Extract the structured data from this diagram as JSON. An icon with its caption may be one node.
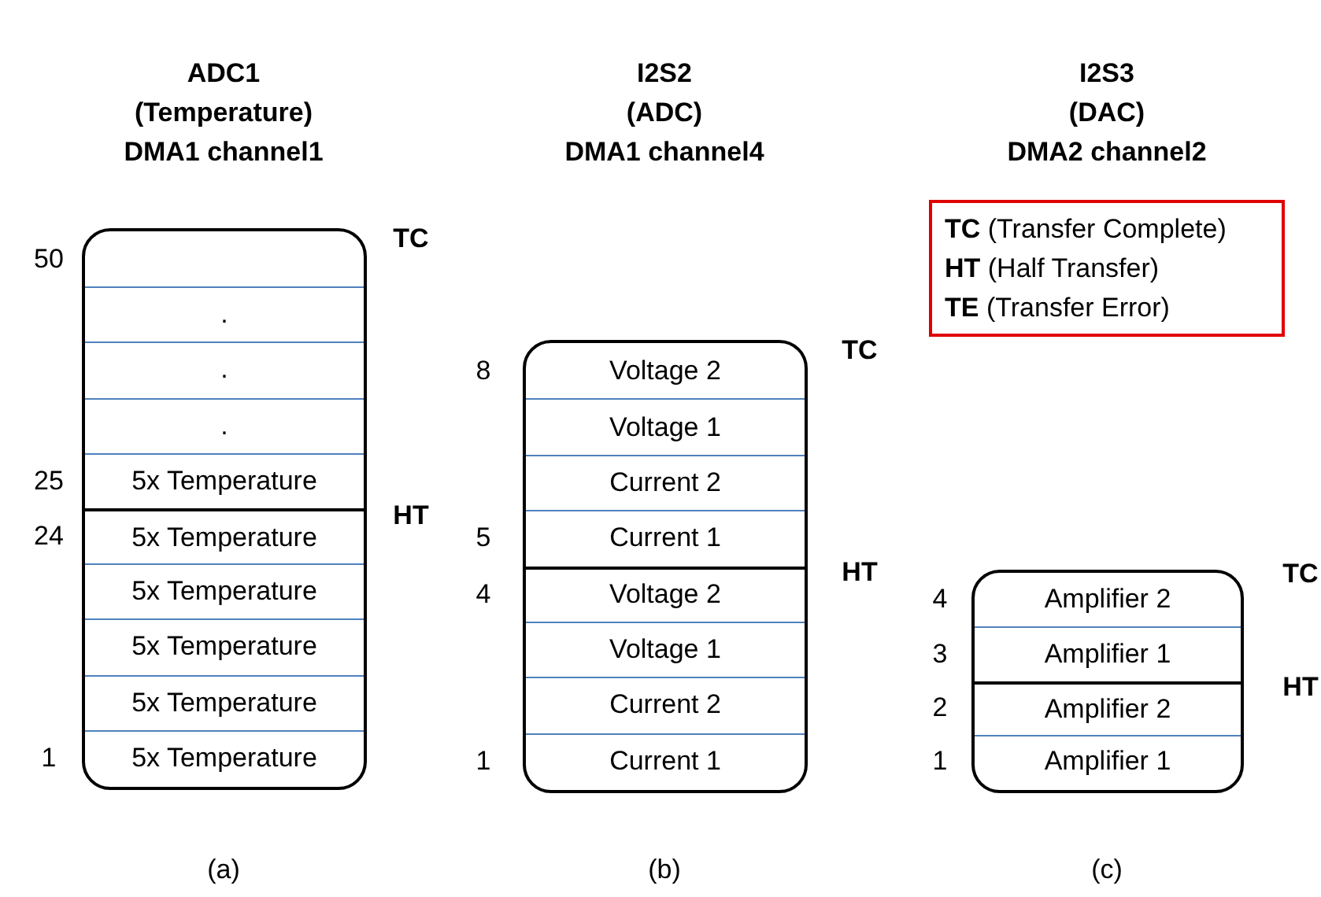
{
  "diagram": {
    "nodes": [
      {
        "text": [],
        "shape": "box"
      },
      {
        "text": [
          "."
        ],
        "in": 0
      },
      {
        "text": [
          "."
        ],
        "in": 0
      },
      {
        "text": [
          "."
        ],
        "in": 0
      },
      {
        "text": [
          "5x Temperature"
        ],
        "in": 0
      },
      {
        "text": [
          "5x Temperature"
        ],
        "in": 0
      },
      {
        "text": [
          "5x Temperature"
        ],
        "in": 0
      },
      {
        "text": [
          "5x Temperature"
        ],
        "in": 0
      },
      {
        "text": [
          "5x Temperature"
        ],
        "in": 0
      },
      {
        "text": [
          "5x Temperature"
        ],
        "in": 0
      },
      {
        "text": [],
        "shape": "box"
      },
      {
        "text": [
          "Voltage 2"
        ],
        "in": 10
      },
      {
        "text": [
          "Voltage 1"
        ],
        "in": 10
      },
      {
        "text": [
          "Current 2"
        ],
        "in": 10
      },
      {
        "text": [
          "Current 1"
        ],
        "in": 10
      },
      {
        "text": [
          "Voltage 2"
        ],
        "in": 10
      },
      {
        "text": [
          "Voltage 1"
        ],
        "in": 10
      },
      {
        "text": [
          "Current 2"
        ],
        "in": 10
      },
      {
        "text": [
          "Current 1"
        ],
        "in": 10
      },
      {
        "text": [],
        "shape": "box"
      },
      {
        "text": [
          "Amplifier 2"
        ],
        "in": 19
      },
      {
        "text": [
          "Amplifier 1"
        ],
        "in": 19
      },
      {
        "text": [
          "Amplifier 2"
        ],
        "in": 19
      },
      {
        "text": [
          "Amplifier 1"
        ],
        "in": 19
      },
      {
        "text": [
          "**TC** (Transfer Complete)",
          "**HT** (Half Transfer)",
          "**TE** (Transfer Error)"
        ]
      }
    ],
    "edges": [],
    "labels": [
      "ADC1",
      "I2S2",
      "I2S3",
      "(Temperature)",
      "(ADC)",
      "(DAC)",
      "DMA1 channel1",
      "DMA1 channel4",
      "DMA2 channel2",
      "TC",
      "50",
      "TC",
      "8",
      "25",
      "HT",
      "24",
      "5",
      "HT",
      "TC",
      "4",
      "4",
      "3",
      "HT",
      "2",
      "1",
      "1",
      "1",
      "(a)",
      "(b)",
      "(c)"
    ]
  }
}
